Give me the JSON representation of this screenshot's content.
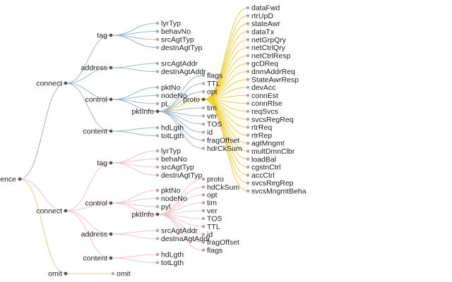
{
  "colors": {
    "blue": "#9fb6c6",
    "yellow": "#f2cf30",
    "pink": "#f3c3cb",
    "olive": "#d2d690",
    "node": "#555555",
    "leaf": "#a8a8a8"
  },
  "tree": {
    "name": "uence",
    "children": [
      {
        "name": "connect",
        "color": "blue",
        "children": [
          {
            "name": "tag",
            "children": [
              {
                "name": "lyrTyp"
              },
              {
                "name": "behavNo"
              },
              {
                "name": "srcAgtTyp"
              },
              {
                "name": "destnAgtTyp"
              }
            ]
          },
          {
            "name": "address",
            "children": [
              {
                "name": "srcAgtAddr"
              },
              {
                "name": "destnAgtAddr"
              }
            ]
          },
          {
            "name": "control",
            "children": [
              {
                "name": "pktNo"
              },
              {
                "name": "nodeNo"
              },
              {
                "name": "pL"
              },
              {
                "name": "pktInfo",
                "children": [
                  {
                    "name": "flags"
                  },
                  {
                    "name": "TTL"
                  },
                  {
                    "name": "opt"
                  },
                  {
                    "name": "proto",
                    "color": "yellow",
                    "children": [
                      {
                        "name": "dataFwd"
                      },
                      {
                        "name": "rtrUpD"
                      },
                      {
                        "name": "stateAwr"
                      },
                      {
                        "name": "dataTx"
                      },
                      {
                        "name": "netGrpQry"
                      },
                      {
                        "name": "netCtrlQry"
                      },
                      {
                        "name": "netCtrlResp"
                      },
                      {
                        "name": "gcDReq"
                      },
                      {
                        "name": "dnmAddrReq"
                      },
                      {
                        "name": "StateAwrResp"
                      },
                      {
                        "name": "devAcc"
                      },
                      {
                        "name": "connEst"
                      },
                      {
                        "name": "connRlse"
                      },
                      {
                        "name": "reqSvcs"
                      },
                      {
                        "name": "svcsRegReq"
                      },
                      {
                        "name": "rtrReq"
                      },
                      {
                        "name": "rtrRep"
                      },
                      {
                        "name": "agtMngmt"
                      },
                      {
                        "name": "multDmnClbr"
                      },
                      {
                        "name": "loadBal"
                      },
                      {
                        "name": "cgstnCtrl"
                      },
                      {
                        "name": "accCtrl"
                      },
                      {
                        "name": "svcsRegRep"
                      },
                      {
                        "name": "svcsMngmtBeha"
                      }
                    ]
                  },
                  {
                    "name": "tim"
                  },
                  {
                    "name": "ver"
                  },
                  {
                    "name": "TOS"
                  },
                  {
                    "name": "id"
                  },
                  {
                    "name": "fragOffset"
                  },
                  {
                    "name": "hdrCkSum"
                  }
                ]
              }
            ]
          },
          {
            "name": "content",
            "children": [
              {
                "name": "hdLgth"
              },
              {
                "name": "totLgth"
              }
            ]
          }
        ]
      },
      {
        "name": "connect",
        "color": "pink",
        "children": [
          {
            "name": "tag",
            "children": [
              {
                "name": "lyrTyp"
              },
              {
                "name": "behaNo"
              },
              {
                "name": "srcAgtTyp"
              },
              {
                "name": "destnAgtTyp"
              }
            ]
          },
          {
            "name": "control",
            "children": [
              {
                "name": "pktNo"
              },
              {
                "name": "nodeNo"
              },
              {
                "name": "pyl"
              },
              {
                "name": "pktInfo",
                "children": [
                  {
                    "name": "proto"
                  },
                  {
                    "name": "hdCkSum"
                  },
                  {
                    "name": "opt"
                  },
                  {
                    "name": "tim"
                  },
                  {
                    "name": "ver"
                  },
                  {
                    "name": "TOS"
                  },
                  {
                    "name": "TTL"
                  },
                  {
                    "name": "id"
                  },
                  {
                    "name": "fragOffset"
                  },
                  {
                    "name": "flags"
                  }
                ]
              }
            ]
          },
          {
            "name": "address",
            "children": [
              {
                "name": "srcAgtAddr"
              },
              {
                "name": "destnaAgtAddr"
              }
            ]
          },
          {
            "name": "content",
            "children": [
              {
                "name": "hdLgth"
              },
              {
                "name": "totLgth"
              }
            ]
          }
        ]
      },
      {
        "name": "omit",
        "color": "olive",
        "children": [
          {
            "name": "omit"
          }
        ]
      }
    ]
  }
}
